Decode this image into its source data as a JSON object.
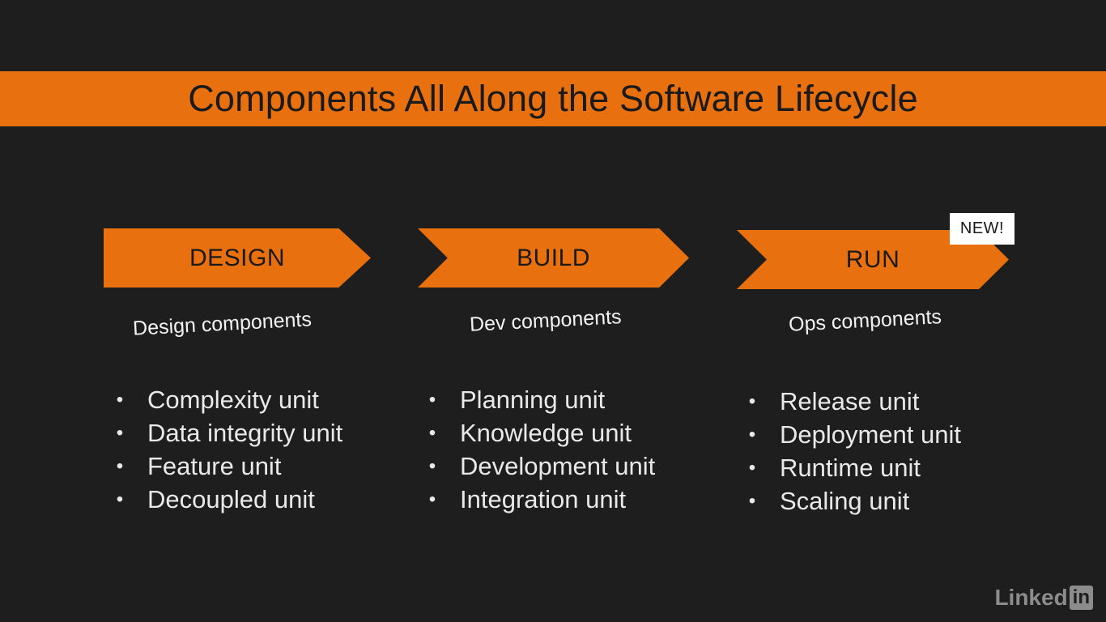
{
  "slide": {
    "title": "Components All Along the Software Lifecycle"
  },
  "stages": [
    {
      "label": "DESIGN",
      "subtitle": "Design components",
      "items": [
        "Complexity unit",
        "Data integrity unit",
        "Feature unit",
        "Decoupled unit"
      ]
    },
    {
      "label": "BUILD",
      "subtitle": "Dev components",
      "items": [
        "Planning unit",
        "Knowledge unit",
        "Development unit",
        "Integration unit"
      ]
    },
    {
      "label": "RUN",
      "subtitle": "Ops components",
      "badge": "NEW!",
      "items": [
        "Release unit",
        "Deployment unit",
        "Runtime unit",
        "Scaling unit"
      ]
    }
  ],
  "logo": {
    "text": "Linked",
    "box_text": "in"
  },
  "colors": {
    "accent": "#e8700f",
    "background": "#1e1e1e"
  }
}
